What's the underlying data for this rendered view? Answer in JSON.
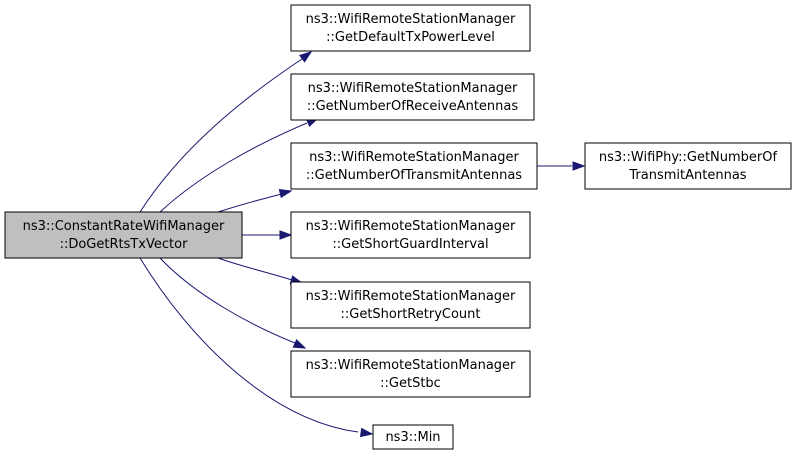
{
  "nodes": [
    {
      "id": "root",
      "lines": [
        "ns3::ConstantRateWifiManager",
        "::DoGetRtsTxVector"
      ],
      "root": true
    },
    {
      "id": "power",
      "lines": [
        "ns3::WifiRemoteStationManager",
        "::GetDefaultTxPowerLevel"
      ]
    },
    {
      "id": "recv",
      "lines": [
        "ns3::WifiRemoteStationManager",
        "::GetNumberOfReceiveAntennas"
      ]
    },
    {
      "id": "trans",
      "lines": [
        "ns3::WifiRemoteStationManager",
        "::GetNumberOfTransmitAntennas"
      ]
    },
    {
      "id": "phy",
      "lines": [
        "ns3::WifiPhy::GetNumberOf",
        "TransmitAntennas"
      ]
    },
    {
      "id": "guard",
      "lines": [
        "ns3::WifiRemoteStationManager",
        "::GetShortGuardInterval"
      ]
    },
    {
      "id": "retry",
      "lines": [
        "ns3::WifiRemoteStationManager",
        "::GetShortRetryCount"
      ]
    },
    {
      "id": "stbc",
      "lines": [
        "ns3::WifiRemoteStationManager",
        "::GetStbc"
      ]
    },
    {
      "id": "min",
      "lines": [
        "ns3::Min"
      ]
    }
  ],
  "edges": [
    {
      "from": "root",
      "to": "power"
    },
    {
      "from": "root",
      "to": "recv"
    },
    {
      "from": "root",
      "to": "trans"
    },
    {
      "from": "trans",
      "to": "phy"
    },
    {
      "from": "root",
      "to": "guard"
    },
    {
      "from": "root",
      "to": "retry"
    },
    {
      "from": "root",
      "to": "stbc"
    },
    {
      "from": "root",
      "to": "min"
    }
  ]
}
